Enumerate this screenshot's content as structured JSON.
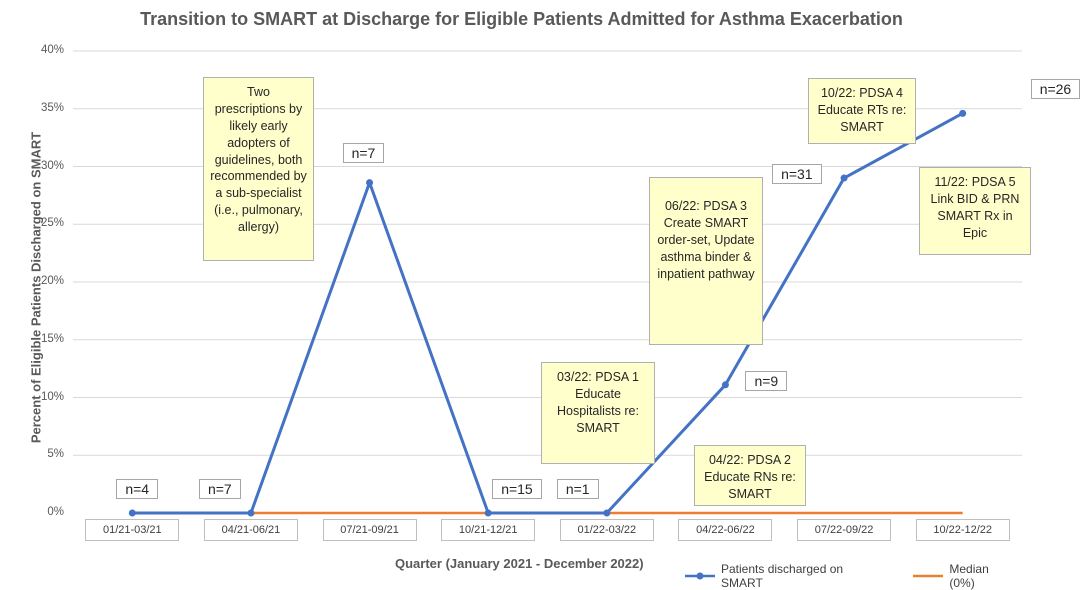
{
  "chart_data": {
    "type": "line",
    "title": "Transition to SMART at Discharge for Eligible Patients Admitted for Asthma Exacerbation",
    "xlabel": "Quarter (January 2021 - December 2022)",
    "ylabel": "Percent of Eligible Patients Discharged on SMART",
    "ylim": [
      0,
      40
    ],
    "y_ticks": [
      "0%",
      "5%",
      "10%",
      "15%",
      "20%",
      "25%",
      "30%",
      "35%",
      "40%"
    ],
    "categories": [
      "01/21-03/21",
      "04/21-06/21",
      "07/21-09/21",
      "10/21-12/21",
      "01/22-03/22",
      "04/22-06/22",
      "07/22-09/22",
      "10/22-12/22"
    ],
    "series": [
      {
        "name": "Patients discharged on SMART",
        "color": "#4472c4",
        "values": [
          0,
          0,
          28.6,
          0,
          0,
          11.1,
          29.0,
          34.6
        ]
      },
      {
        "name": "Median (0%)",
        "color": "#ed7d31",
        "values": [
          0,
          0,
          0,
          0,
          0,
          0,
          0,
          0
        ]
      }
    ],
    "n_labels": [
      "n=4",
      "n=7",
      "n=7",
      "n=15",
      "n=1",
      "n=9",
      "n=31",
      "n=26"
    ],
    "annotations": [
      "Two prescriptions by likely early adopters of guidelines, both recommended by a sub-specialist (i.e., pulmonary, allergy)",
      "03/22: PDSA 1 Educate Hospitalists re: SMART",
      "04/22: PDSA 2 Educate RNs re: SMART",
      "06/22: PDSA 3 Create SMART order-set, Update asthma binder & inpatient pathway",
      "10/22: PDSA 4 Educate RTs re: SMART",
      "11/22: PDSA 5 Link BID & PRN SMART Rx in Epic"
    ],
    "grid": true,
    "legend": "bottom-right"
  }
}
